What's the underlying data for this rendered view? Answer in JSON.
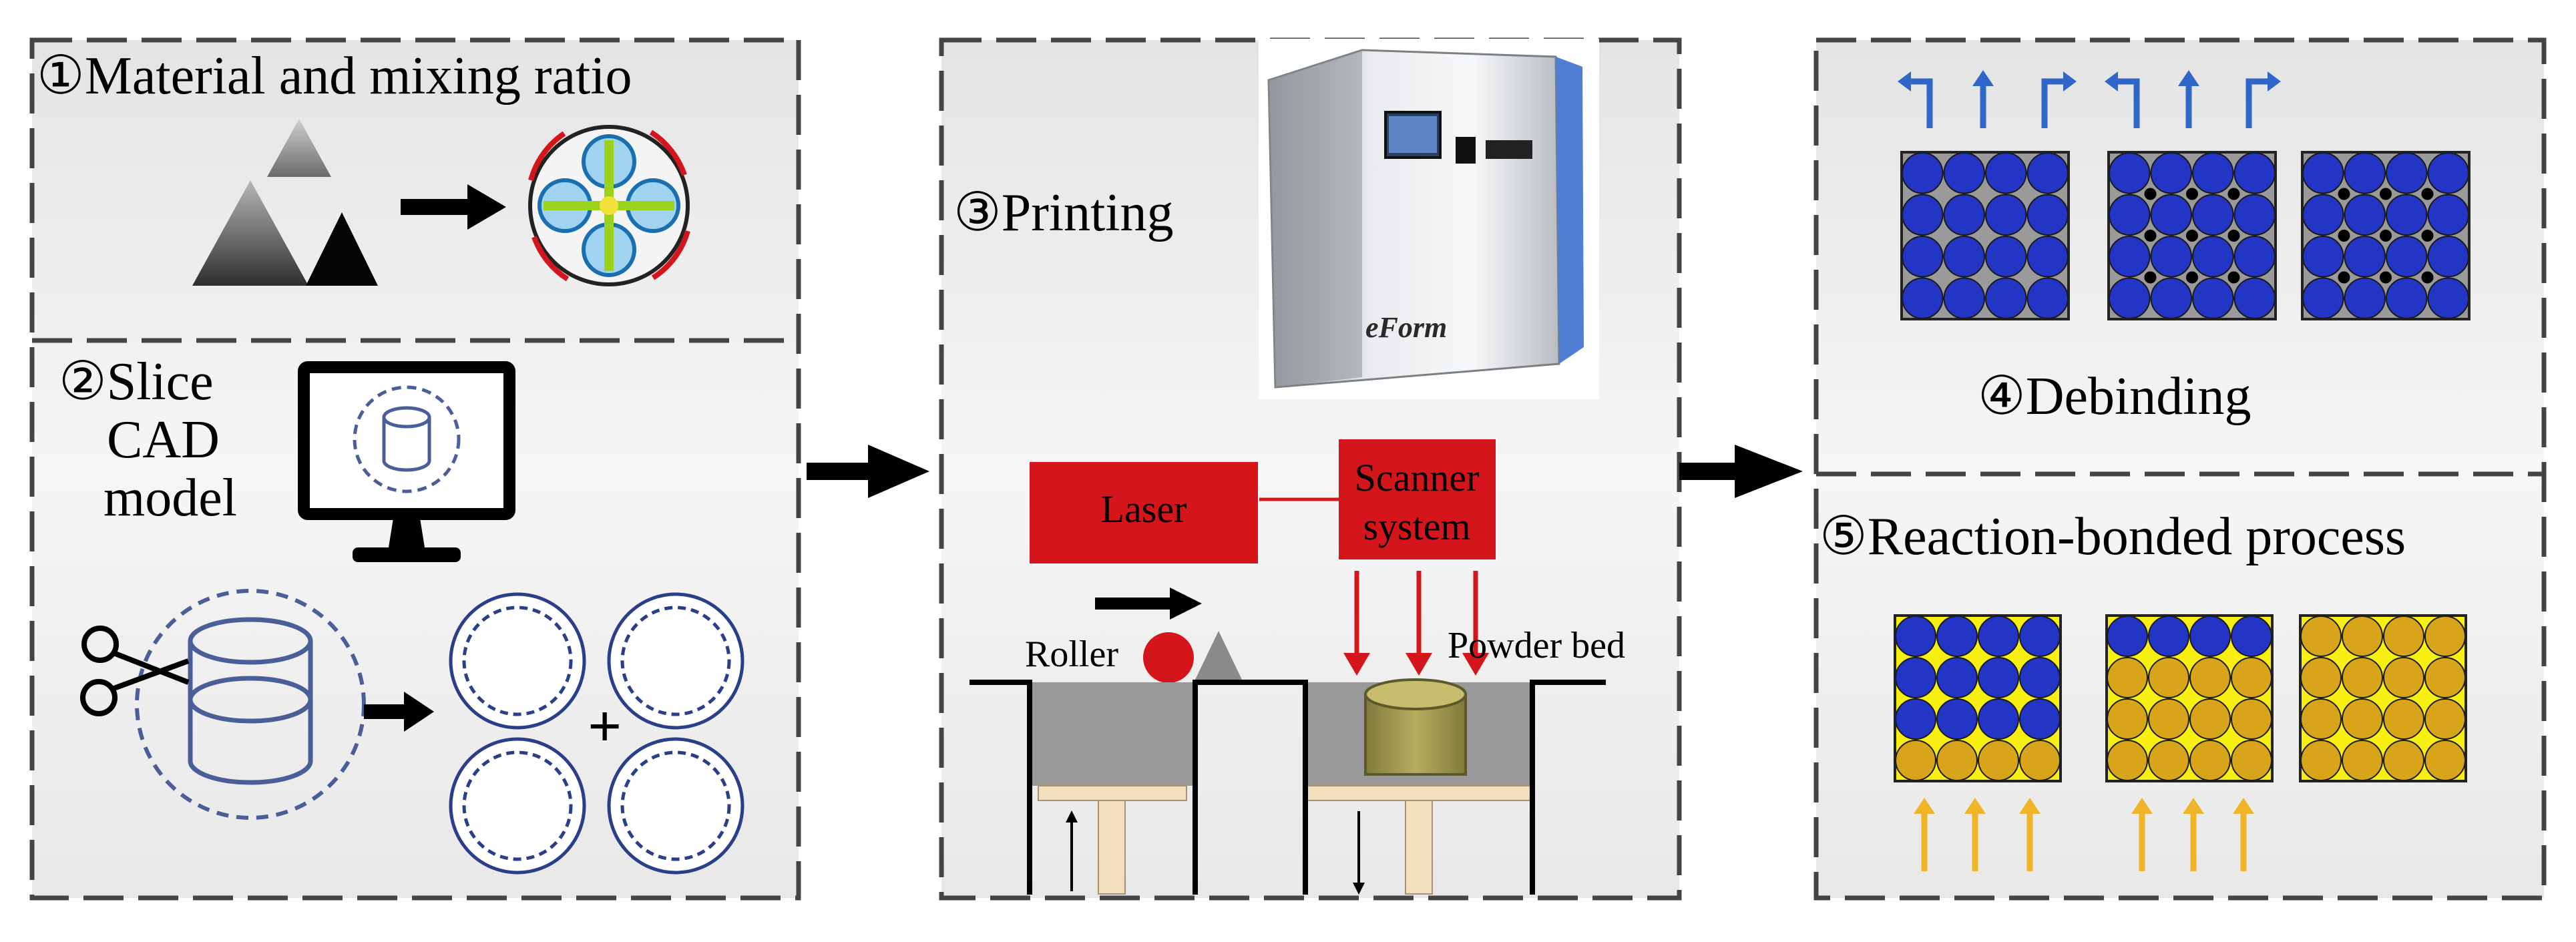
{
  "panel1": {
    "title": "①Material and mixing ratio"
  },
  "panel2": {
    "title_line1": "②Slice",
    "title_line2": "CAD",
    "title_line3": "model",
    "plus": "+"
  },
  "panel3": {
    "title": "③Printing",
    "machine_brand": "eForm",
    "laser": "Laser",
    "scanner_line1": "Scanner",
    "scanner_line2": "system",
    "roller": "Roller",
    "powder_bed": "Powder bed"
  },
  "panel4": {
    "title": "④Debinding"
  },
  "panel5": {
    "title": "⑤Reaction-bonded process"
  },
  "colors": {
    "panel_bg": "#efefef",
    "dash": "#444444",
    "red": "#d4161c",
    "blue_particle": "#2335c4",
    "yellow_gap": "#f7ee12",
    "gold_particle": "#d8a419",
    "gold_arrow": "#f0b428",
    "blue_arrow": "#2f66c8",
    "cad_blue": "#4a5f98"
  }
}
